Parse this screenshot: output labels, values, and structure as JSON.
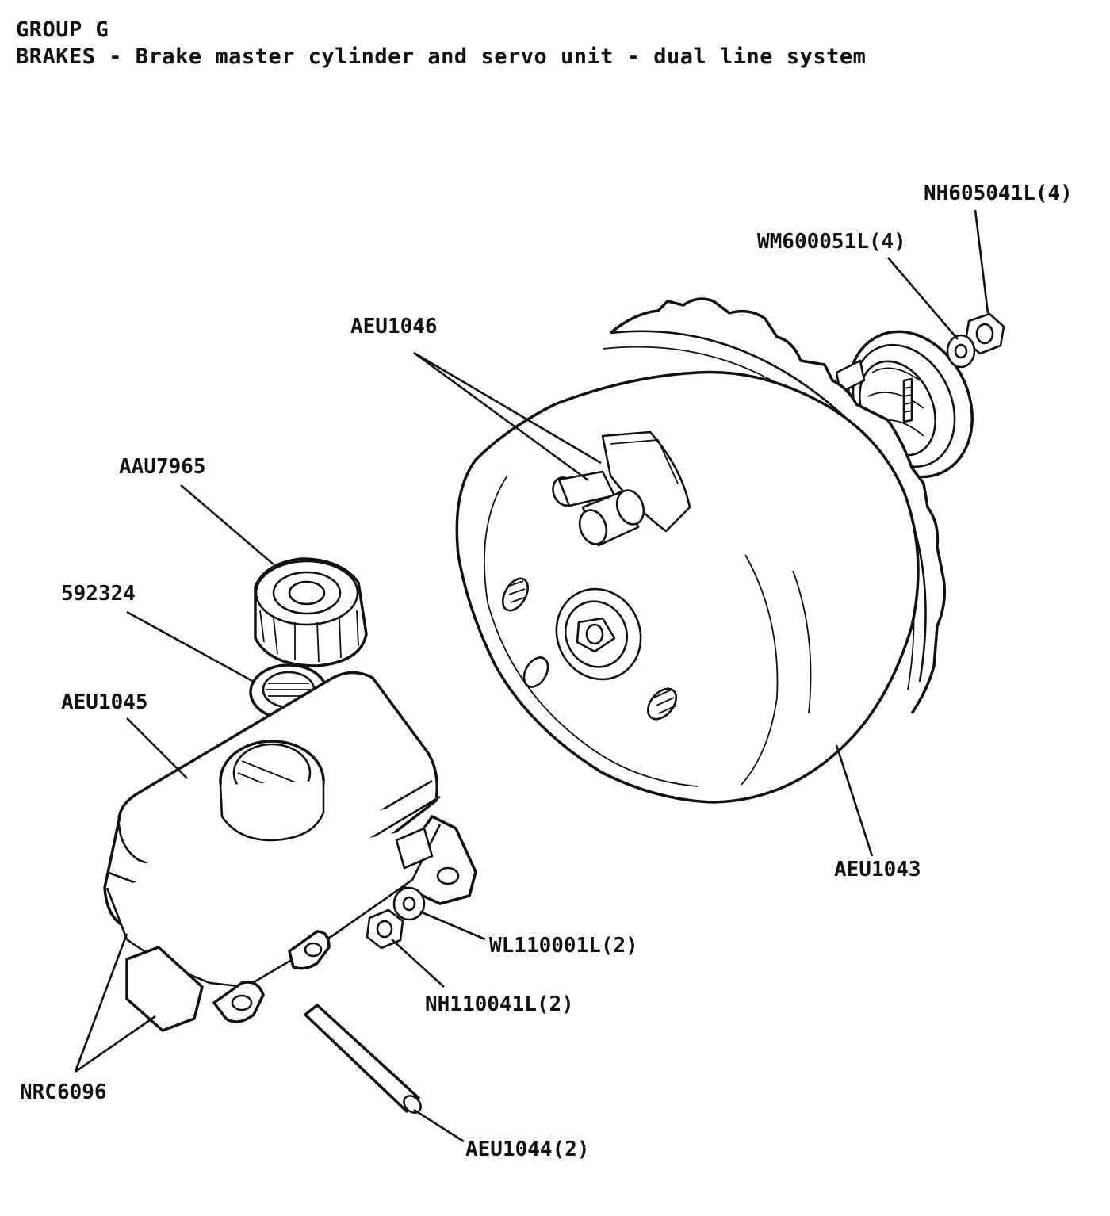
{
  "header": {
    "group": "GROUP G",
    "title": "BRAKES - Brake master cylinder and servo unit - dual line system"
  },
  "labels": {
    "nh605041l": "NH605041L(4)",
    "wm600051l": "WM600051L(4)",
    "aeu1046": "AEU1046",
    "aau7965": "AAU7965",
    "p592324": "592324",
    "aeu1045": "AEU1045",
    "aeu1043": "AEU1043",
    "wl110001l": "WL110001L(2)",
    "nh110041l": "NH110041L(2)",
    "nrc6096": "NRC6096",
    "aeu1044": "AEU1044(2)"
  }
}
